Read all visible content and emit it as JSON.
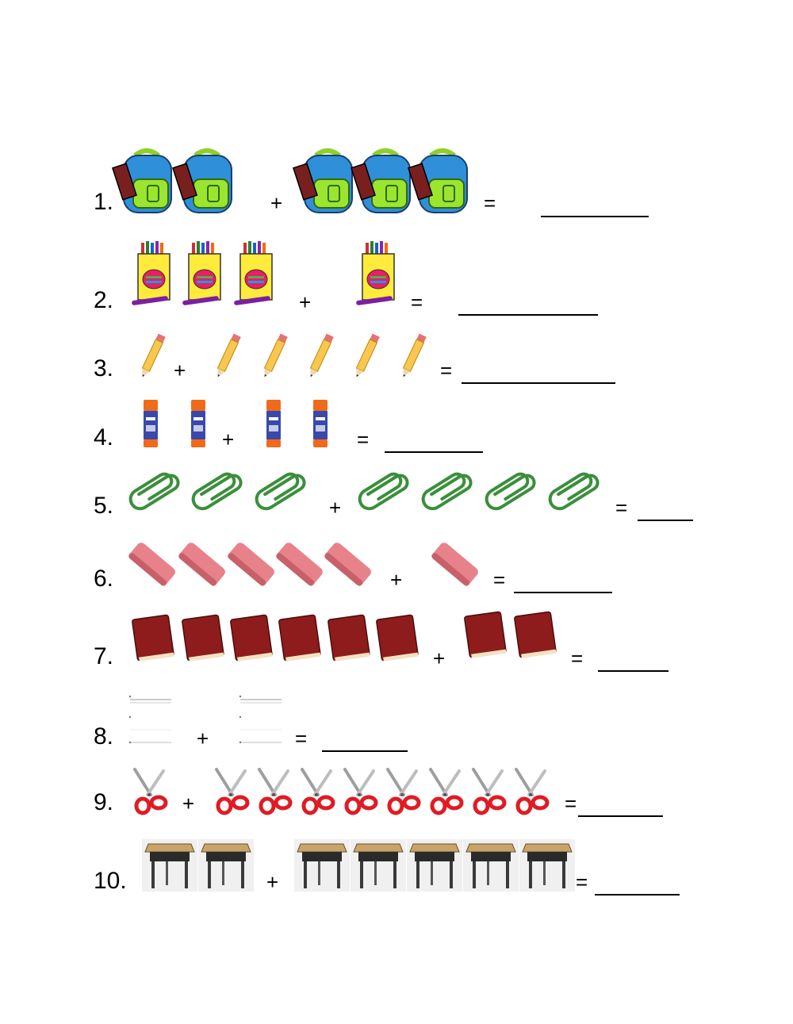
{
  "problems": [
    {
      "number": "1.",
      "left_count": 2,
      "right_count": 3,
      "item": "backpack-icon",
      "plus": "+",
      "equals": "="
    },
    {
      "number": "2.",
      "left_count": 3,
      "right_count": 1,
      "item": "crayon-box-icon",
      "plus": "+",
      "equals": "="
    },
    {
      "number": "3.",
      "left_count": 1,
      "right_count": 5,
      "item": "pencil-icon",
      "plus": "+",
      "equals": "="
    },
    {
      "number": "4.",
      "left_count": 2,
      "right_count": 2,
      "item": "glue-stick-icon",
      "plus": "+",
      "equals": "="
    },
    {
      "number": "5.",
      "left_count": 3,
      "right_count": 4,
      "item": "paperclip-icon",
      "plus": "+",
      "equals": "="
    },
    {
      "number": "6.",
      "left_count": 5,
      "right_count": 1,
      "item": "eraser-icon",
      "plus": "+",
      "equals": "="
    },
    {
      "number": "7.",
      "left_count": 6,
      "right_count": 2,
      "item": "book-icon",
      "plus": "+",
      "equals": "="
    },
    {
      "number": "8.",
      "left_count": 1,
      "right_count": 1,
      "item": "notebook-paper-icon",
      "plus": "+",
      "equals": "="
    },
    {
      "number": "9.",
      "left_count": 1,
      "right_count": 8,
      "item": "scissors-icon",
      "plus": "+",
      "equals": "="
    },
    {
      "number": "10.",
      "left_count": 2,
      "right_count": 5,
      "item": "desk-icon",
      "plus": "+",
      "equals": "="
    }
  ]
}
